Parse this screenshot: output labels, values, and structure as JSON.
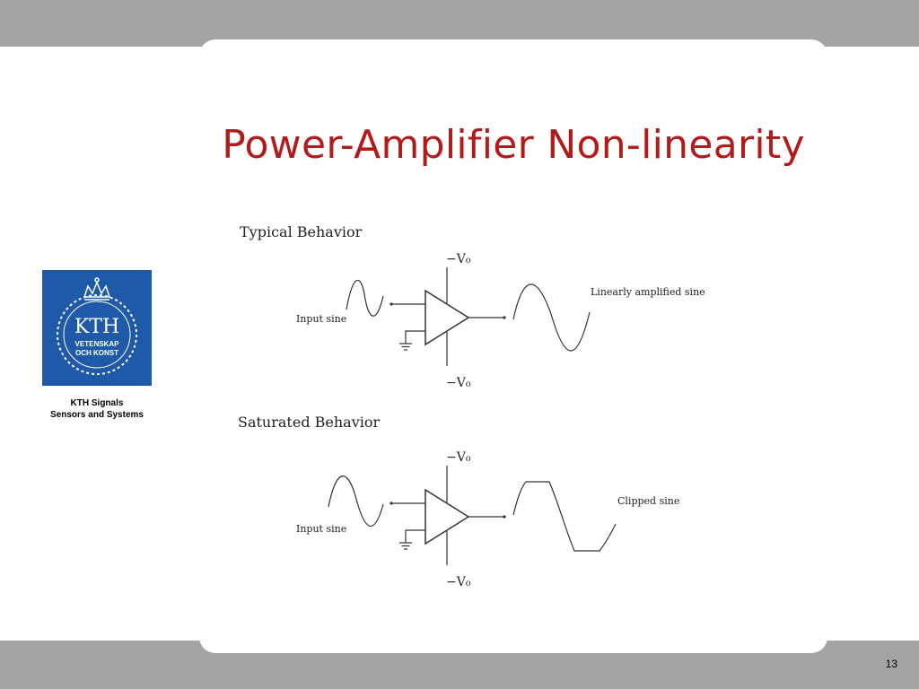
{
  "slide": {
    "title": "Power-Amplifier Non-linearity",
    "page_number": "13"
  },
  "logo": {
    "text_main": "KTH",
    "text_line1": "VETENSKAP",
    "text_line2": "OCH KONST",
    "caption_line1": "KTH Signals",
    "caption_line2": "Sensors and Systems",
    "color": "#1f5aa8"
  },
  "typical": {
    "heading": "Typical Behavior",
    "supply_top": "−V₀",
    "supply_bottom": "−V₀",
    "input_label": "Input sine",
    "output_label": "Linearly amplified sine"
  },
  "saturated": {
    "heading": "Saturated Behavior",
    "supply_top": "−V₀",
    "supply_bottom": "−V₀",
    "input_label": "Input sine",
    "output_label": "Clipped sine"
  },
  "colors": {
    "title": "#b31b1b",
    "bands": "#a5a3a4"
  }
}
